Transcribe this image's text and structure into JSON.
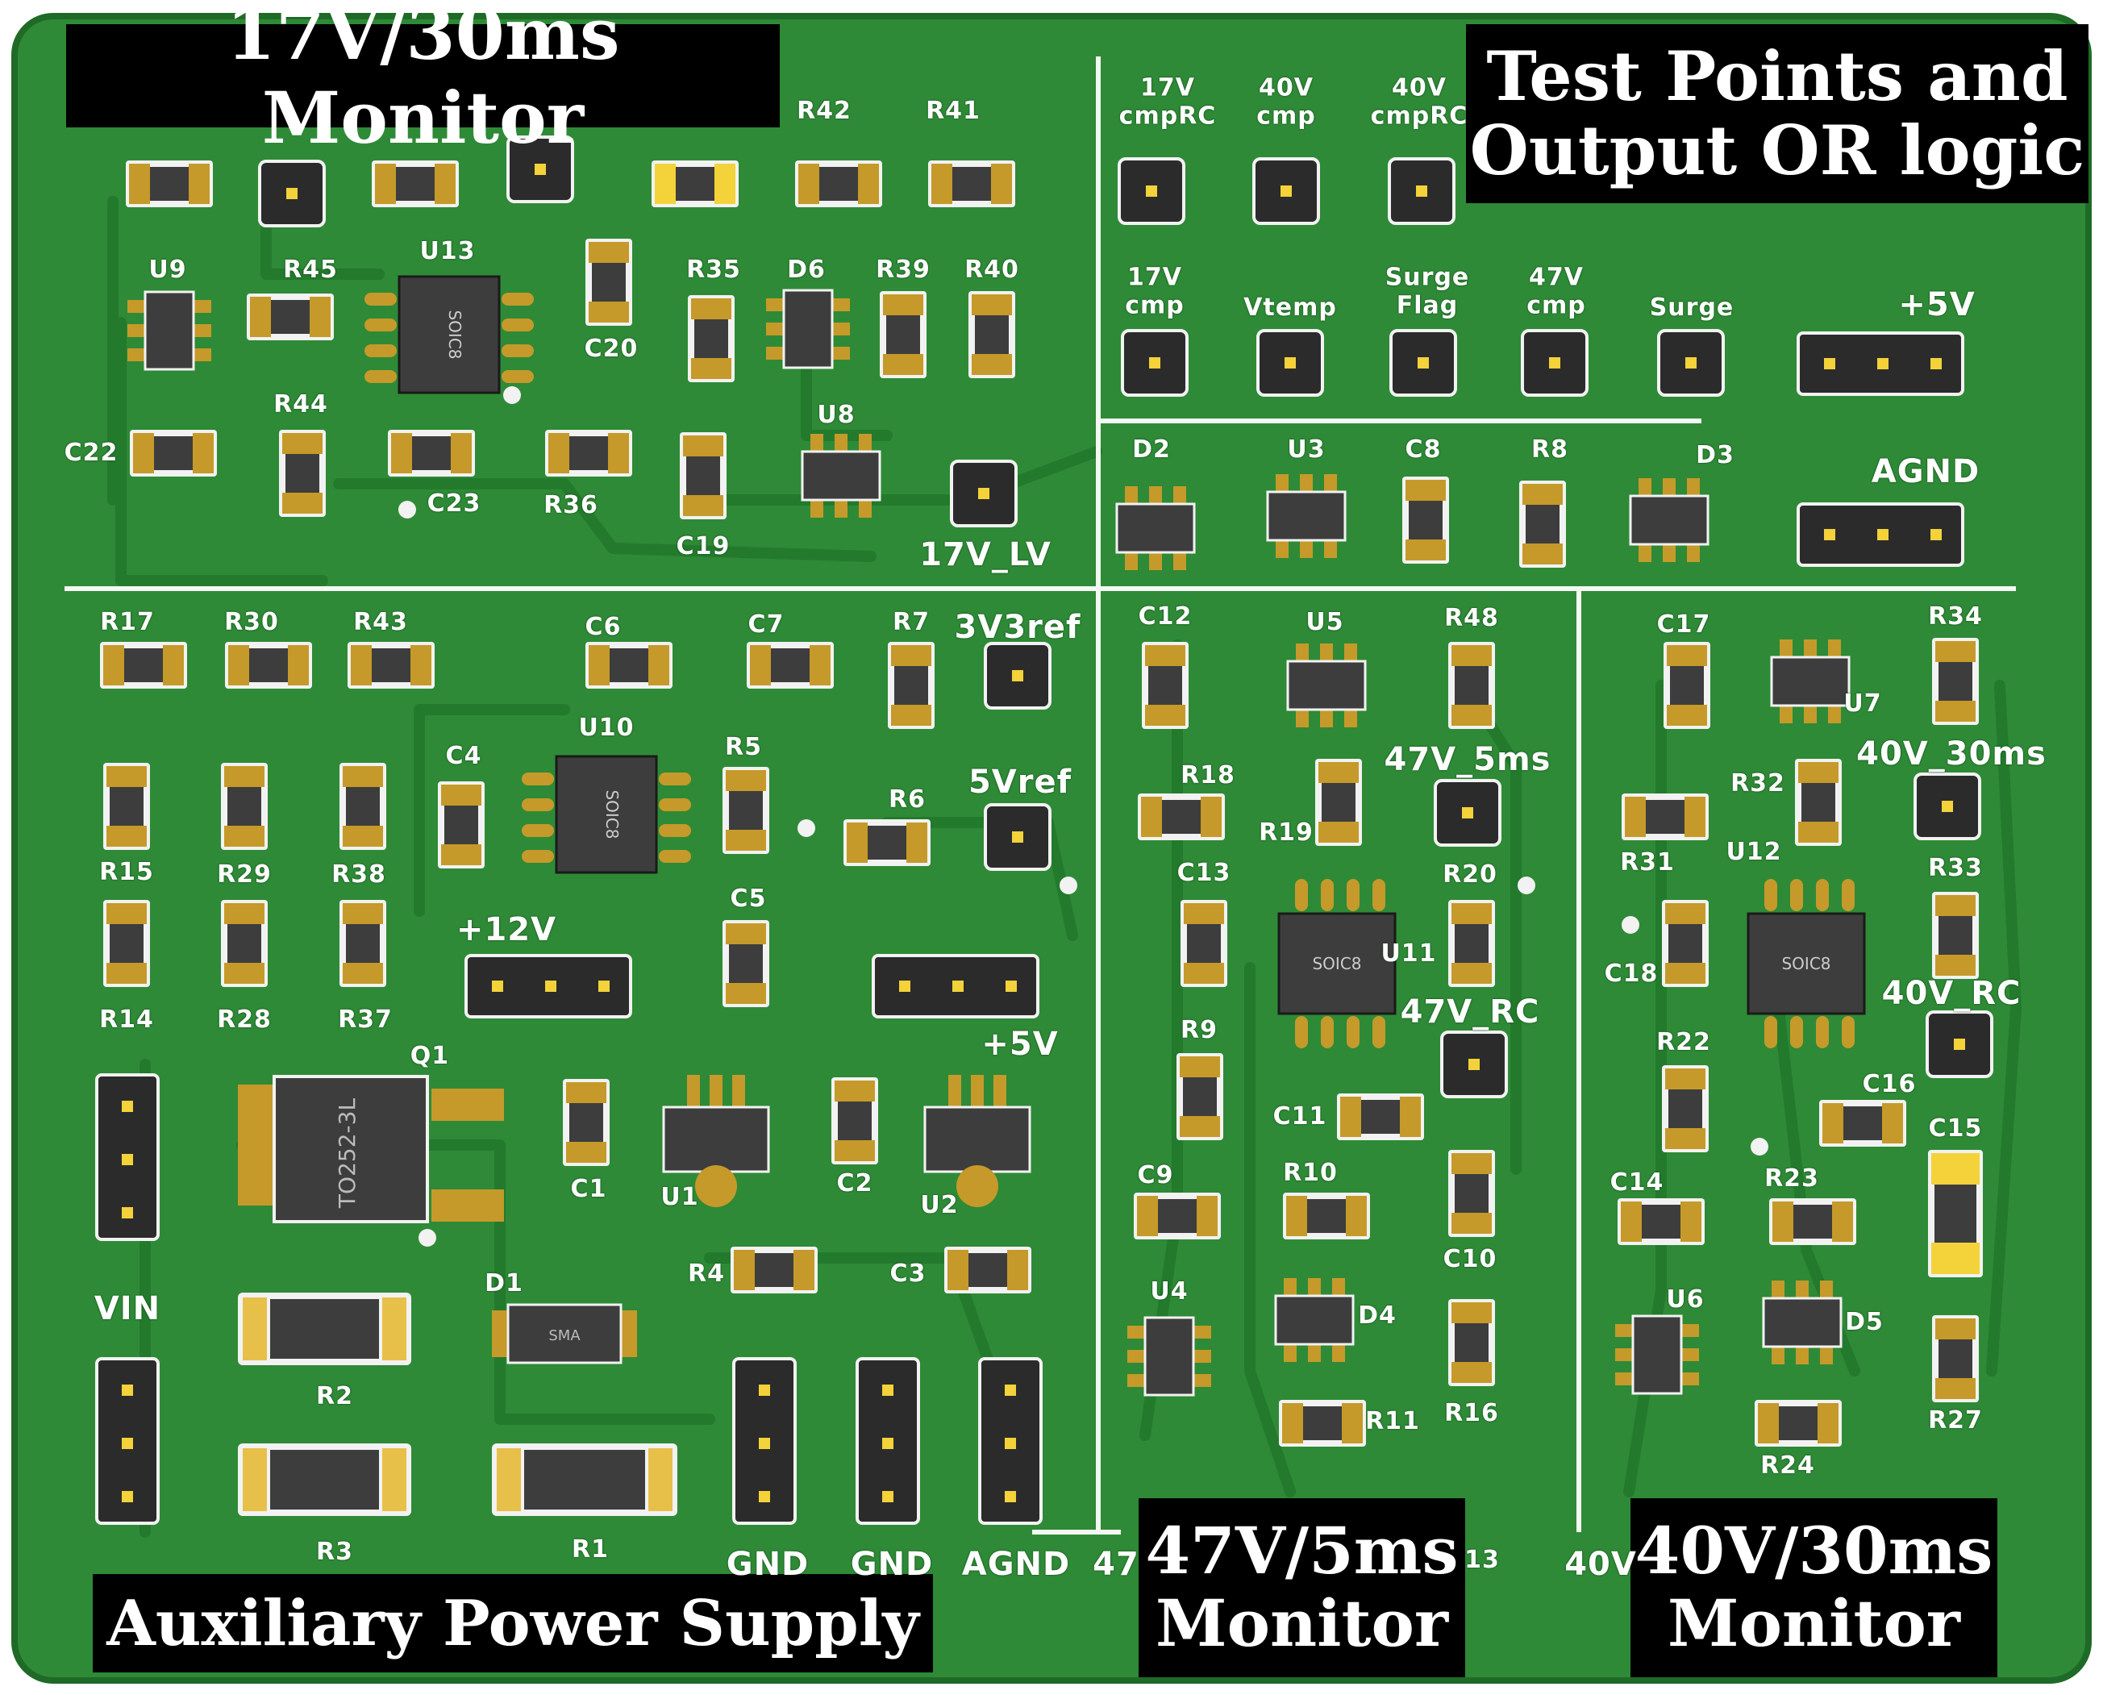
{
  "colors": {
    "board": "#2e8a36",
    "board_edge": "#1f6a27",
    "trace": "#237a2c",
    "pad": "#c59a2a",
    "pad_light": "#e7c04a",
    "body_dark": "#3d3d3d",
    "silkscreen": "#ffffff",
    "label_bg": "#000000",
    "cap_yellow": "#f3d23a"
  },
  "sections": {
    "monitor_17v": "17V/30ms Monitor",
    "test_points": "Test Points and\nOutput OR logic",
    "aux_power": "Auxiliary Power Supply",
    "monitor_47v": "47V/5ms\nMonitor",
    "monitor_40v": "40V/30ms\nMonitor"
  },
  "test_points": {
    "tp_17v_cmprc": "17V\ncmpRC",
    "tp_40v_cmp": "40V\ncmp",
    "tp_40v_cmprc": "40V\ncmpRC",
    "tp_17v_cmp": "17V\ncmp",
    "tp_vtemp": "Vtemp",
    "tp_surge_flag": "Surge\nFlag",
    "tp_47v_cmp": "47V\ncmp",
    "tp_surge": "Surge",
    "tp_5v": "+5V",
    "tp_agnd": "AGND",
    "tp_17v_lv": "17V_LV",
    "tp_3v3ref": "3V3ref",
    "tp_5vref": "5Vref",
    "tp_12v": "+12V",
    "tp_5v_aux": "+5V",
    "tp_47v_5ms": "47V_5ms",
    "tp_47v_rc": "47V_RC",
    "tp_40v_30ms": "40V_30ms",
    "tp_40v_rc": "40V_RC",
    "tp_vin": "VIN",
    "tp_gnd1": "GND",
    "tp_gnd2": "GND",
    "tp_agnd2": "AGND",
    "tp_47_partial": "47",
    "tp_40_partial": "40V",
    "tp_13_partial": "13"
  },
  "designators": {
    "r42": "R42",
    "r41": "R41",
    "u9": "U9",
    "r45": "R45",
    "u13": "U13",
    "r35": "R35",
    "d6": "D6",
    "r39": "R39",
    "r40": "R40",
    "c20": "C20",
    "r44": "R44",
    "c22": "C22",
    "c23": "C23",
    "r36": "R36",
    "c19": "C19",
    "u8": "U8",
    "d2": "D2",
    "u3": "U3",
    "c8": "C8",
    "r8": "R8",
    "d3": "D3",
    "r17": "R17",
    "r30": "R30",
    "r43": "R43",
    "c6": "C6",
    "c7": "C7",
    "r7": "R7",
    "c4": "C4",
    "u10": "U10",
    "r5": "R5",
    "r6": "R6",
    "r15": "R15",
    "r29": "R29",
    "r38": "R38",
    "r14": "R14",
    "r28": "R28",
    "r37": "R37",
    "c5": "C5",
    "q1": "Q1",
    "c1": "C1",
    "c2": "C2",
    "u1": "U1",
    "u2": "U2",
    "d1": "D1",
    "r4": "R4",
    "c3": "C3",
    "r2": "R2",
    "r3": "R3",
    "r1": "R1",
    "c12": "C12",
    "u5": "U5",
    "r48": "R48",
    "r18": "R18",
    "r19": "R19",
    "c13": "C13",
    "r20": "R20",
    "u11": "U11",
    "r9": "R9",
    "c11": "C11",
    "c9": "C9",
    "r10": "R10",
    "c10": "C10",
    "u4": "U4",
    "d4": "D4",
    "r11": "R11",
    "r16": "R16",
    "c17": "C17",
    "r34": "R34",
    "u7": "U7",
    "r32": "R32",
    "r31": "R31",
    "u12": "U12",
    "r33": "R33",
    "c18": "C18",
    "r22": "R22",
    "c16": "C16",
    "c15": "C15",
    "c14": "C14",
    "r23": "R23",
    "u6": "U6",
    "d5": "D5",
    "r27": "R27",
    "r24": "R24"
  },
  "package_marks": {
    "soic8": "SOIC8",
    "to252": "TO252-3L",
    "sma": "SMA"
  }
}
